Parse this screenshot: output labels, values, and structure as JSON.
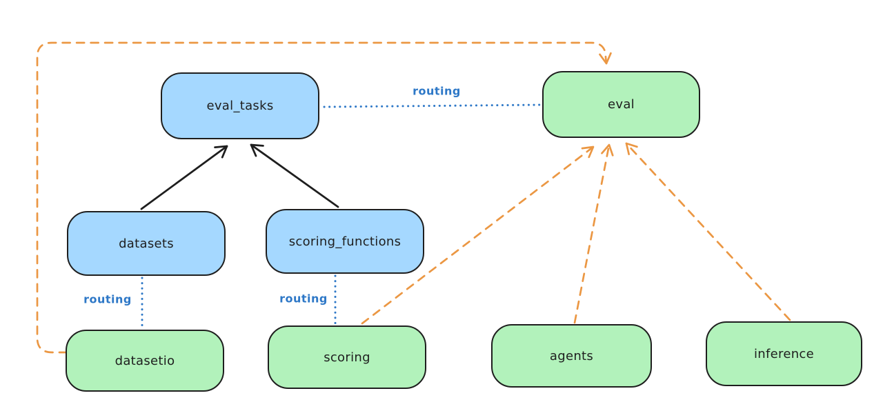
{
  "diagram": {
    "background_color": "#ffffff",
    "colors": {
      "registry_fill_blue": "#a5d8ff",
      "provider_fill_green": "#b2f2bb",
      "outline_stroke": "#1e1e1e",
      "routing_blue": "#2e78c7",
      "provider_arrow_orange": "#eb9743"
    },
    "nodes": [
      {
        "id": "eval_tasks",
        "label": "eval_tasks",
        "fill": "blue"
      },
      {
        "id": "eval",
        "label": "eval",
        "fill": "green"
      },
      {
        "id": "datasets",
        "label": "datasets",
        "fill": "blue"
      },
      {
        "id": "scoring_functions",
        "label": "scoring_functions",
        "fill": "blue"
      },
      {
        "id": "datasetio",
        "label": "datasetio",
        "fill": "green"
      },
      {
        "id": "scoring",
        "label": "scoring",
        "fill": "green"
      },
      {
        "id": "agents",
        "label": "agents",
        "fill": "green"
      },
      {
        "id": "inference",
        "label": "inference",
        "fill": "green"
      }
    ],
    "edges": [
      {
        "from": "datasets",
        "to": "eval_tasks",
        "style": "solid-arrow",
        "color": "black"
      },
      {
        "from": "scoring_functions",
        "to": "eval_tasks",
        "style": "solid-arrow",
        "color": "black"
      },
      {
        "from": "eval_tasks",
        "to": "eval",
        "style": "dotted",
        "color": "blue",
        "label": "routing"
      },
      {
        "from": "datasets",
        "to": "datasetio",
        "style": "dotted",
        "color": "blue",
        "label": "routing"
      },
      {
        "from": "scoring_functions",
        "to": "scoring",
        "style": "dotted",
        "color": "blue",
        "label": "routing"
      },
      {
        "from": "datasetio",
        "to": "eval",
        "style": "dashed-arrow",
        "color": "orange",
        "route": "left-edge-top-loop"
      },
      {
        "from": "scoring",
        "to": "eval",
        "style": "dashed-arrow",
        "color": "orange"
      },
      {
        "from": "agents",
        "to": "eval",
        "style": "dashed-arrow",
        "color": "orange"
      },
      {
        "from": "inference",
        "to": "eval",
        "style": "dashed-arrow",
        "color": "orange"
      }
    ],
    "edge_labels": [
      {
        "text": "routing"
      },
      {
        "text": "routing"
      },
      {
        "text": "routing"
      }
    ]
  }
}
